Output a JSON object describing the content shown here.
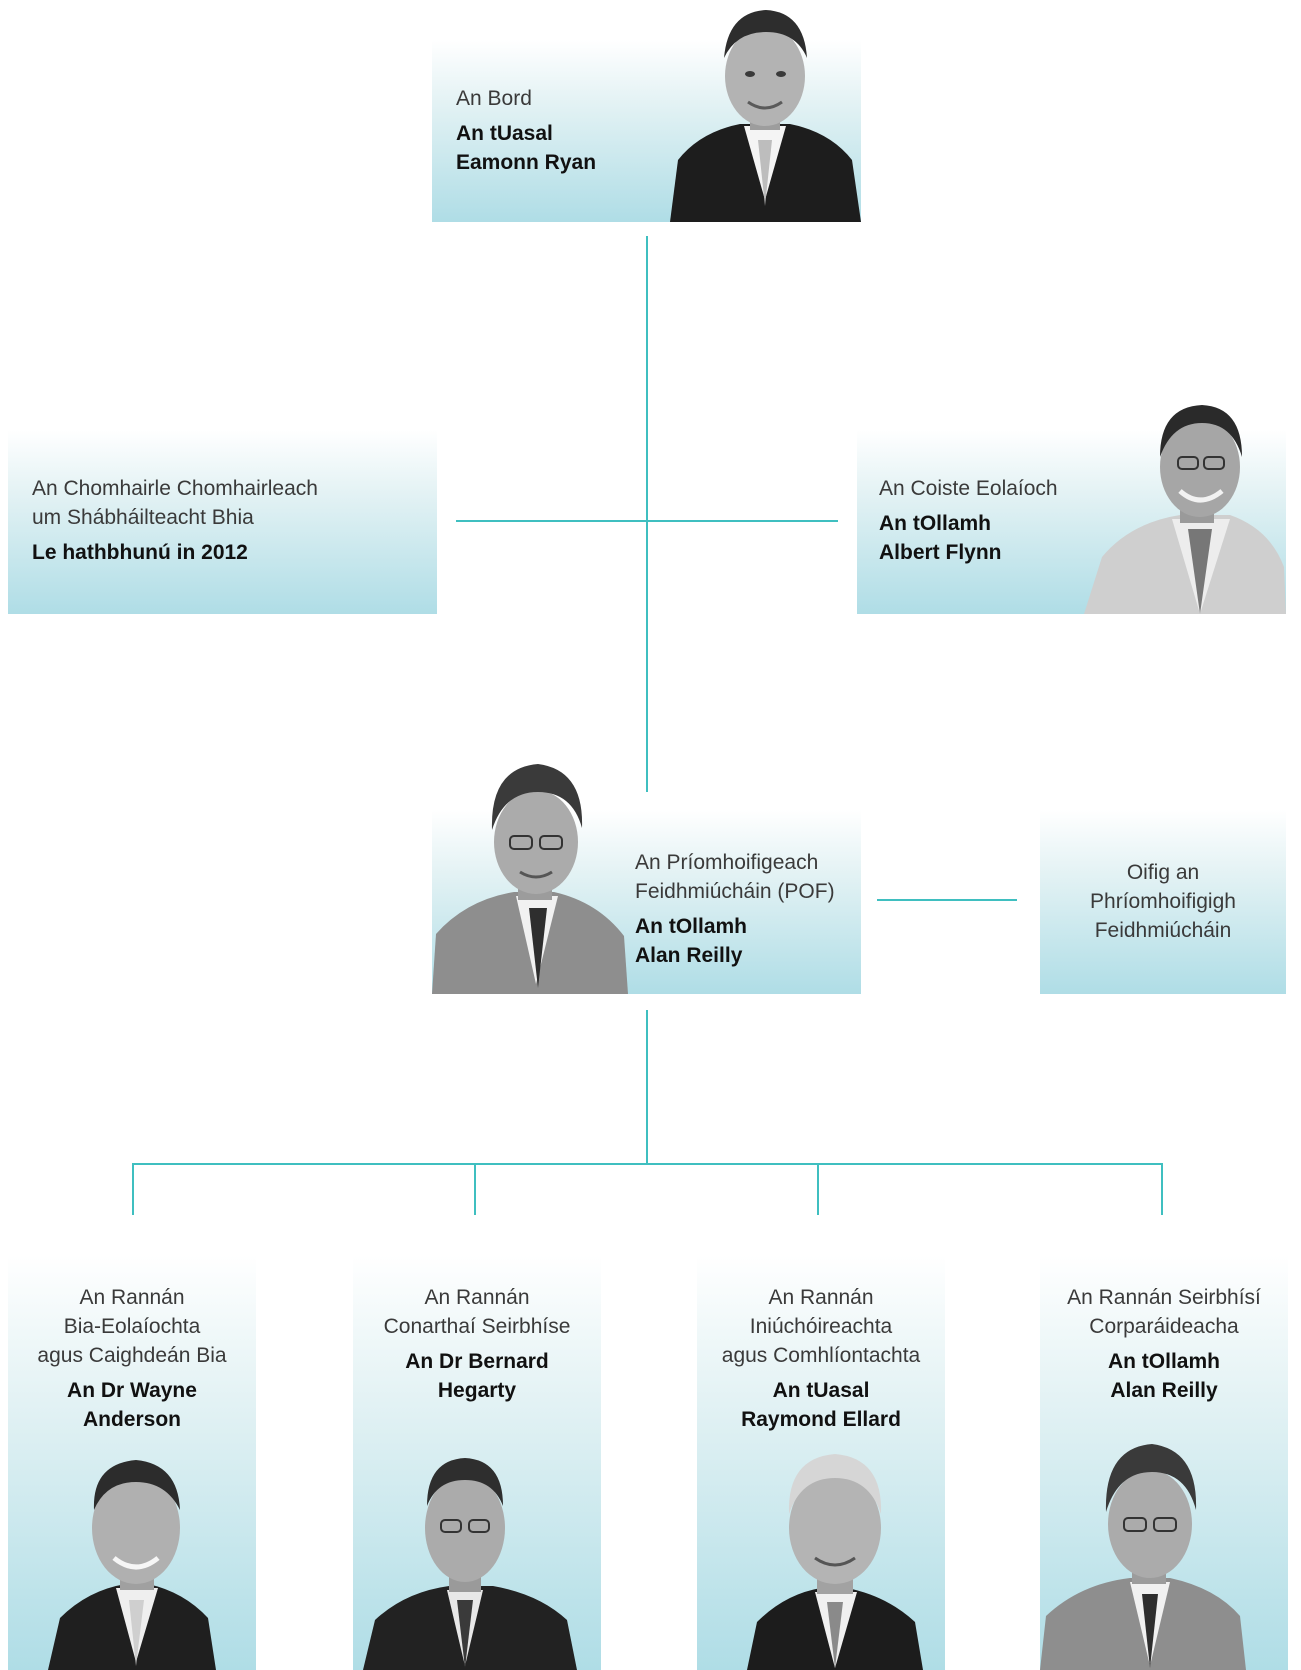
{
  "board": {
    "role": "An Bord",
    "name": "An tUasal\nEamonn Ryan"
  },
  "advisory": {
    "role": "An Chomhairle Chomhairleach\num Shábháilteacht Bhia",
    "name": "Le hathbhunú in 2012"
  },
  "scientific": {
    "role": "An Coiste Eolaíoch",
    "name": "An tOllamh\nAlbert Flynn"
  },
  "ceo": {
    "role": "An Príomhoifigeach\nFeidhmiúcháin (POF)",
    "name": "An tOllamh\nAlan Reilly"
  },
  "ceo_office": {
    "role": "Oifig an\nPhríomhoifigigh\nFeidhmiúcháin"
  },
  "divisions": [
    {
      "role": "An Rannán\nBia-Eolaíochta\nagus Caighdeán Bia",
      "name": "An Dr Wayne\nAnderson"
    },
    {
      "role": "An Rannán\nConarthaí Seirbhíse",
      "name": "An Dr Bernard\nHegarty"
    },
    {
      "role": "An Rannán\nIniúchóireachta\nagus Comhlíontachta",
      "name": "An tUasal\nRaymond Ellard"
    },
    {
      "role": "An Rannán Seirbhísí\nCorparáideacha",
      "name": "An tOllamh\nAlan Reilly"
    }
  ],
  "colors": {
    "connector": "#3fbfc0",
    "box_top": "#ffffff",
    "box_bottom": "#afdde6"
  }
}
